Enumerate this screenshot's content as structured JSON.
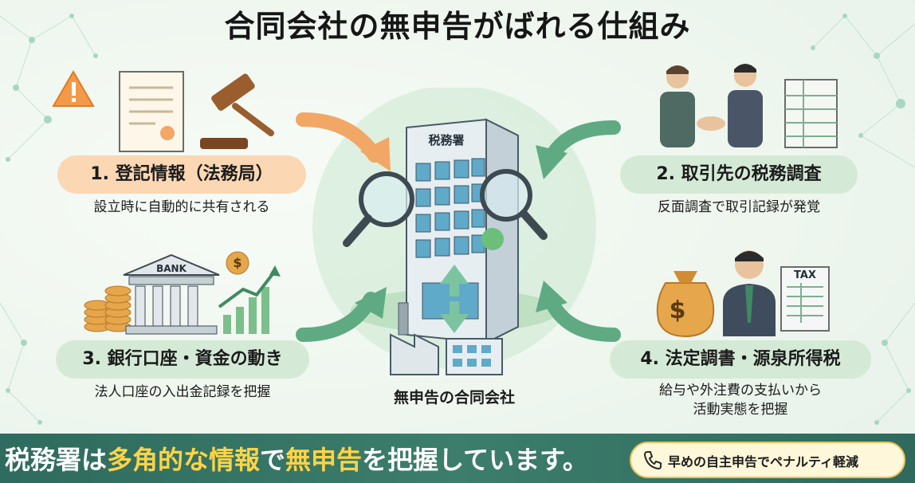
{
  "title": "合同会社の無申告がばれる仕組み",
  "center": {
    "building_sign": "税務署",
    "label": "無申告の合同会社"
  },
  "sources": [
    {
      "label": "1. 登記情報（法務局）",
      "desc": "設立時に自動的に共有される"
    },
    {
      "label": "2. 取引先の税務調査",
      "desc": "反面調査で取引記録が発覚"
    },
    {
      "label": "3. 銀行口座・資金の動き",
      "desc": "法人口座の入出金記録を把握"
    },
    {
      "label": "4. 法定調書・源泉所得税",
      "desc_line1": "給与や外注費の支払いから",
      "desc_line2": "活動実態を把握"
    }
  ],
  "icon_labels": {
    "bank": "BANK",
    "tax_form": "TAX",
    "currency": "$"
  },
  "banner": {
    "part1": "税務署は",
    "highlight1": "多角的な情報",
    "part2": "で",
    "highlight2": "無申告",
    "part3": "を把握しています。"
  },
  "cta": {
    "label": "早めの自主申告でペナルティ軽減"
  },
  "colors": {
    "orange_pill": "#fbd7b3",
    "green_pill": "#d5ead6",
    "banner": "#3c7d6b",
    "highlight": "#ffd447",
    "arrow_orange": "#f2a766",
    "arrow_green": "#5faa83"
  }
}
